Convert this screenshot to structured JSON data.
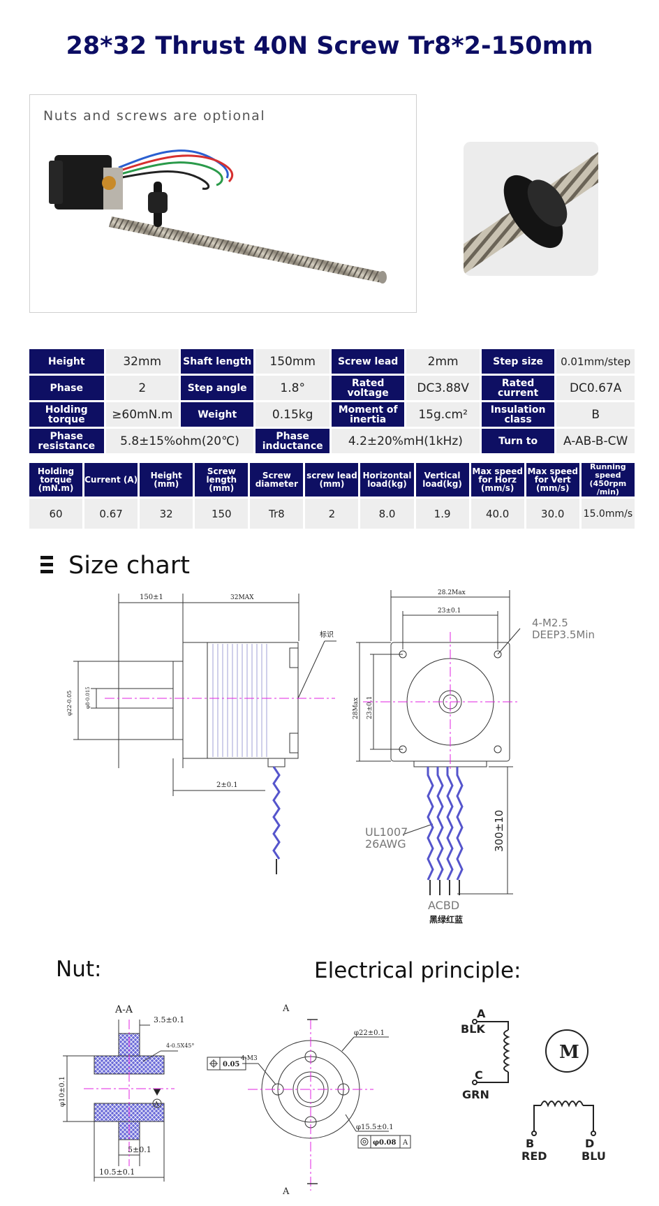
{
  "title": "28*32 Thrust 40N Screw Tr8*2-150mm",
  "photo_note": "Nuts and screws are optional",
  "spec_table1": [
    [
      {
        "h": "Height"
      },
      {
        "v": "32mm"
      },
      {
        "h": "Shaft length"
      },
      {
        "v": "150mm"
      },
      {
        "h": "Screw lead"
      },
      {
        "v": "2mm"
      },
      {
        "h": "Step size"
      },
      {
        "v": "0.01mm/step"
      }
    ],
    [
      {
        "h": "Phase"
      },
      {
        "v": "2"
      },
      {
        "h": "Step angle"
      },
      {
        "v": "1.8°"
      },
      {
        "h": "Rated voltage"
      },
      {
        "v": "DC3.88V"
      },
      {
        "h": "Rated current"
      },
      {
        "v": "DC0.67A"
      }
    ],
    [
      {
        "h": "Holding torque"
      },
      {
        "v": "≥60mN.m"
      },
      {
        "h": "Weight"
      },
      {
        "v": "0.15kg"
      },
      {
        "h": "Moment of inertia"
      },
      {
        "v": "15g.cm²"
      },
      {
        "h": "Insulation class"
      },
      {
        "v": "B"
      }
    ],
    [
      {
        "h": "Phase resistance"
      },
      {
        "v": "5.8±15%ohm(20℃)"
      },
      {
        "h": "Phase inductance"
      },
      {
        "v": "4.2±20%mH(1kHz)"
      },
      {
        "h": "Turn to"
      },
      {
        "v": "A-AB-B-CW"
      }
    ]
  ],
  "spec_table2": {
    "headers": [
      "Holding torque (mN.m)",
      "Current (A)",
      "Height (mm)",
      "Screw length (mm)",
      "Screw diameter",
      "screw lead (mm)",
      "Horizontal load(kg)",
      "Vertical load(kg)",
      "Max speed for Horz (mm/s)",
      "Max speed for Vert (mm/s)",
      "Running speed (450rpm /min)"
    ],
    "values": [
      "60",
      "0.67",
      "32",
      "150",
      "Tr8",
      "2",
      "8.0",
      "1.9",
      "40.0",
      "30.0",
      "15.0mm/s"
    ]
  },
  "size_chart_label": "Size chart",
  "drawing_side": {
    "dim_shaft": "150±1",
    "dim_body": "32MAX",
    "label_mark": "标识",
    "dim_flange": "2±0.1",
    "dim_dia22": "φ22-0.05",
    "dim_dia22_tol": "0",
    "dim_dia8": "φ8-0.015",
    "dim_dia8_tol": "0"
  },
  "drawing_front": {
    "dim_width": "28.2Max",
    "dim_hole": "23±0.1",
    "thread_spec": "4-M2.5",
    "thread_depth": "DEEP3.5Min",
    "dim_height": "28Max",
    "dim_hole_v": "23±0.1",
    "dim_lead": "300±10",
    "wire_spec1": "UL1007",
    "wire_spec2": "26AWG",
    "wire_order": "ACBD",
    "wire_colors": "黑绿红蓝"
  },
  "nut_label": "Nut:",
  "electrical_label": "Electrical principle:",
  "nut_drawing": {
    "section": "A-A",
    "dim_flange_th": "3.5±0.1",
    "chamfer": "4-0.5X45°",
    "dim_dia10": "φ10±0.1",
    "dim_5": "5±0.1",
    "dim_total": "10.5±0.1",
    "datum": "A",
    "holes": "4-M3",
    "pos_tol": "0.05",
    "pos_datum": "A",
    "dim_dia22": "φ22±0.1",
    "dim_pcd": "φ15.5±0.1",
    "conc_tol": "φ0.08",
    "conc_datum": "A",
    "sec_top": "A",
    "sec_bottom": "A"
  },
  "schematic": {
    "a": "A",
    "blk": "BLK",
    "c": "C",
    "grn": "GRN",
    "motor": "M",
    "b": "B",
    "red": "RED",
    "d": "D",
    "blu": "BLU"
  }
}
